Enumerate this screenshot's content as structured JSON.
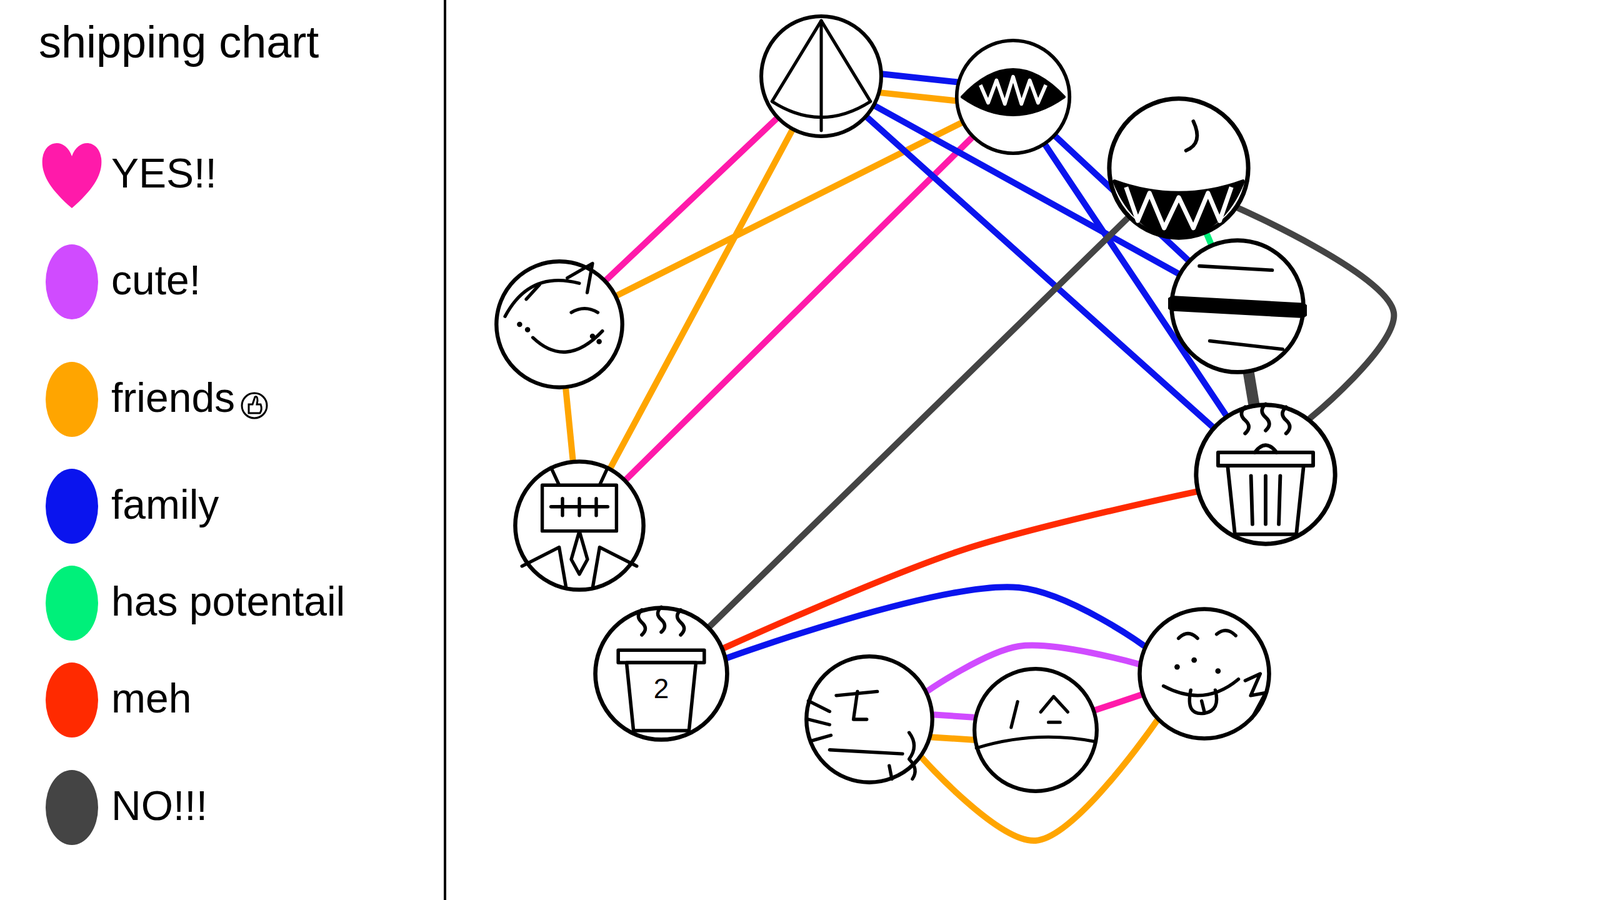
{
  "diagram": {
    "title": "shipping chart",
    "nodes": [
      {
        "text": []
      },
      {
        "text": []
      },
      {
        "text": []
      },
      {
        "text": []
      },
      {
        "text": []
      },
      {
        "text": []
      },
      {
        "text": []
      },
      {
        "text": [
          "2"
        ]
      },
      {
        "text": []
      },
      {
        "text": []
      },
      {
        "text": []
      }
    ],
    "edges": [
      {
        "from": 0,
        "to": 1,
        "arrow": "none"
      },
      {
        "from": 0,
        "to": 1,
        "arrow": "none"
      },
      {
        "from": 0,
        "to": 4,
        "arrow": "none"
      },
      {
        "from": 1,
        "to": 4,
        "arrow": "none"
      },
      {
        "from": 0,
        "to": 6,
        "arrow": "none"
      },
      {
        "from": 1,
        "to": 6,
        "arrow": "none"
      },
      {
        "from": 0,
        "to": 3,
        "arrow": "none"
      },
      {
        "from": 0,
        "to": 5,
        "arrow": "none"
      },
      {
        "from": 1,
        "to": 3,
        "arrow": "none"
      },
      {
        "from": 1,
        "to": 5,
        "arrow": "none"
      },
      {
        "from": 2,
        "to": 3,
        "arrow": "none"
      },
      {
        "from": 2,
        "to": 5,
        "arrow": "none"
      },
      {
        "from": 2,
        "to": 7,
        "arrow": "none"
      },
      {
        "from": 3,
        "to": 5,
        "arrow": "none"
      },
      {
        "from": 4,
        "to": 6,
        "arrow": "none"
      },
      {
        "from": 5,
        "to": 7,
        "arrow": "none"
      },
      {
        "from": 7,
        "to": 8,
        "arrow": "none"
      },
      {
        "from": 9,
        "to": 8,
        "arrow": "none"
      },
      {
        "from": 9,
        "to": 10,
        "arrow": "none"
      },
      {
        "from": 9,
        "to": 10,
        "arrow": "none"
      },
      {
        "from": 10,
        "to": 8,
        "arrow": "none"
      },
      {
        "from": 9,
        "to": 8,
        "arrow": "none"
      }
    ],
    "legend": [
      {
        "text": "YES!!",
        "color": "#ff1aaa"
      },
      {
        "text": "cute!",
        "color": "#d04bff"
      },
      {
        "text": "friends",
        "color": "#ffa500"
      },
      {
        "text": "family",
        "color": "#0a14ee"
      },
      {
        "text": "has potentail",
        "color": "#00f07a"
      },
      {
        "text": "meh",
        "color": "#ff2a00"
      },
      {
        "text": "NO!!!",
        "color": "#444444"
      }
    ]
  }
}
